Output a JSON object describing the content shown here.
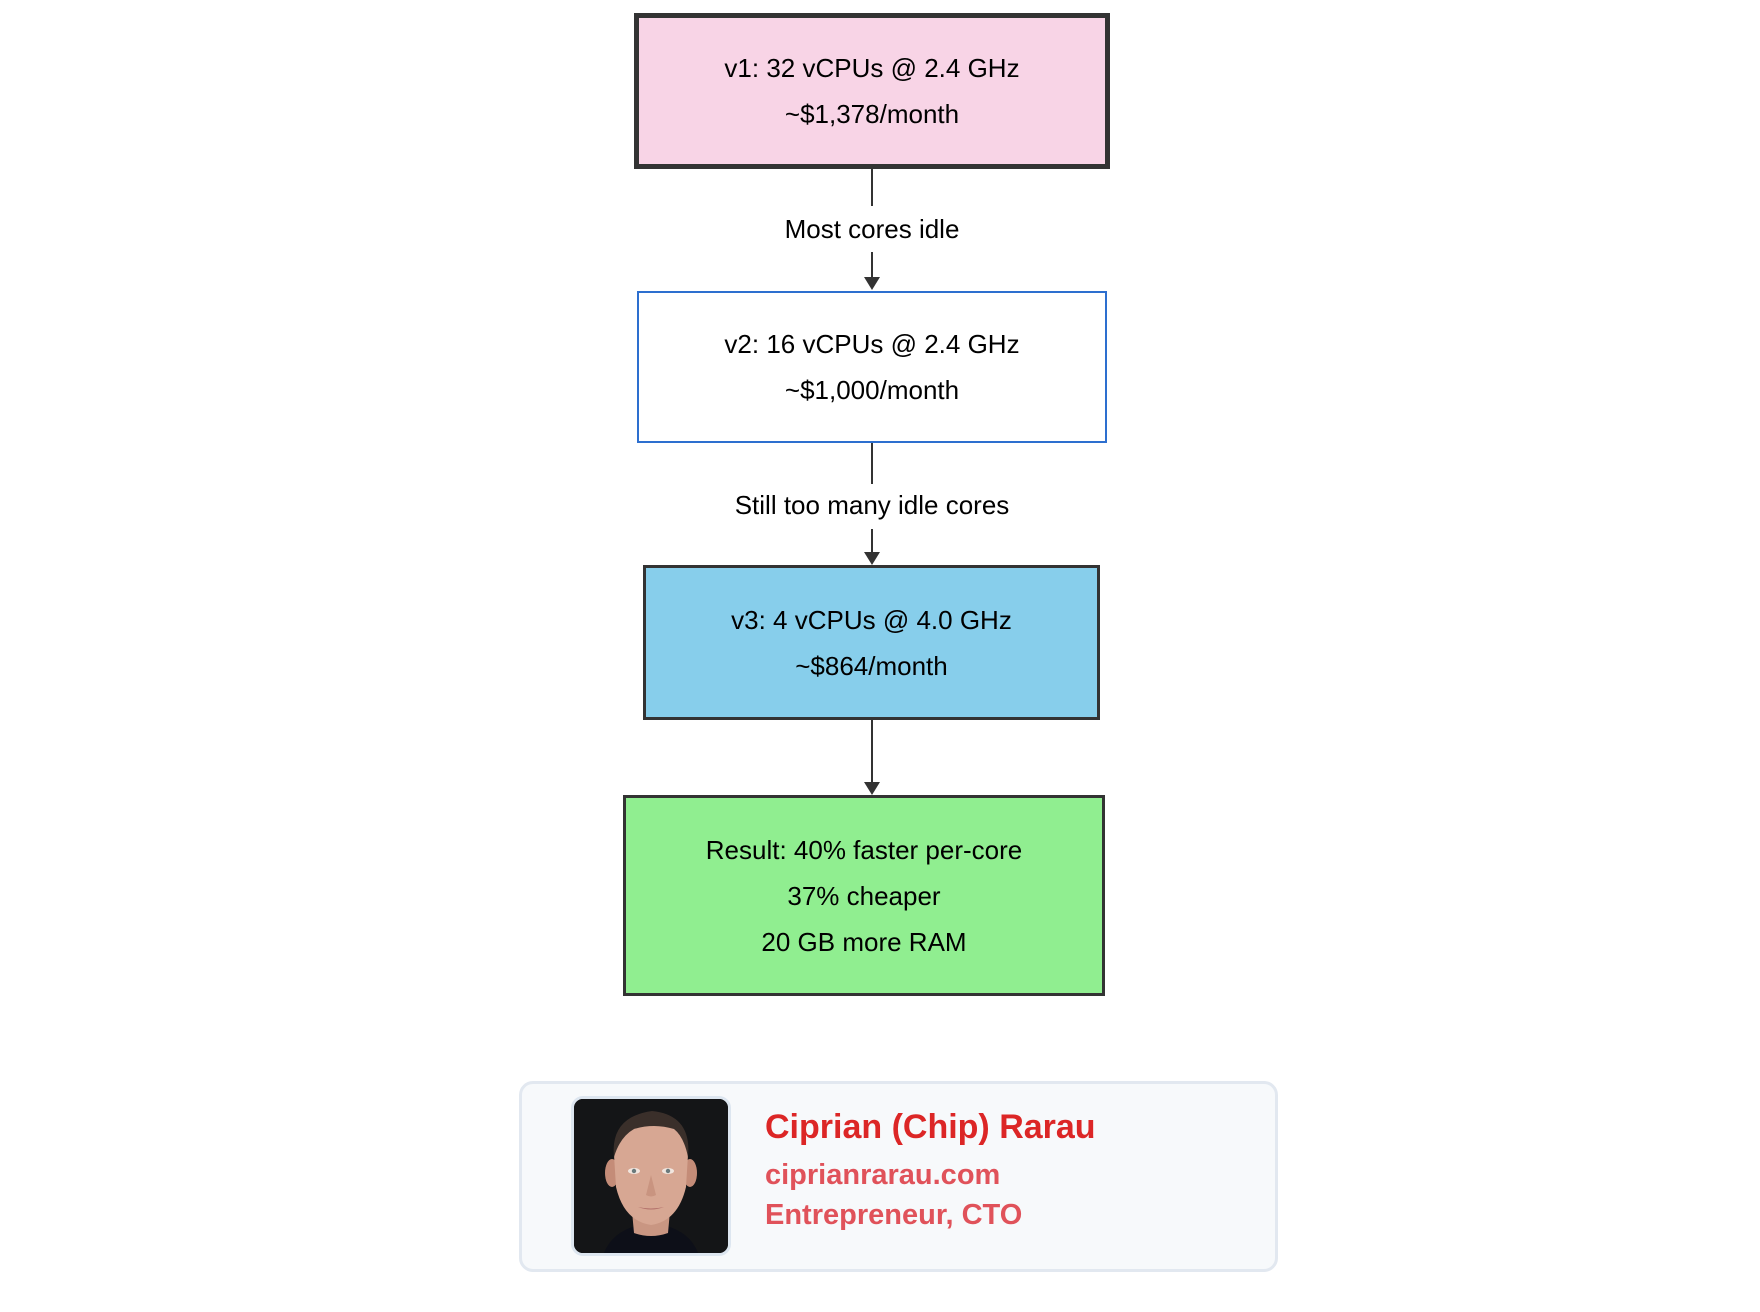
{
  "diagram": {
    "type": "flowchart",
    "direction": "top-to-bottom",
    "nodes": [
      {
        "id": "v1",
        "lines": [
          "v1: 32 vCPUs @ 2.4 GHz",
          "~$1,378/month"
        ],
        "fill": "#f8d4e6",
        "stroke": "#333333"
      },
      {
        "id": "v2",
        "lines": [
          "v2: 16 vCPUs @ 2.4 GHz",
          "~$1,000/month"
        ],
        "fill": "#ffffff",
        "stroke": "#2d6fcf"
      },
      {
        "id": "v3",
        "lines": [
          "v3: 4 vCPUs @ 4.0 GHz",
          "~$864/month"
        ],
        "fill": "#87ceeb",
        "stroke": "#333333"
      },
      {
        "id": "result",
        "lines": [
          "Result: 40% faster per-core",
          "37% cheaper",
          "20 GB more RAM"
        ],
        "fill": "#90ee90",
        "stroke": "#333333"
      }
    ],
    "edges": [
      {
        "from": "v1",
        "to": "v2",
        "label": "Most cores idle"
      },
      {
        "from": "v2",
        "to": "v3",
        "label": "Still too many idle cores"
      },
      {
        "from": "v3",
        "to": "result",
        "label": ""
      }
    ]
  },
  "author_card": {
    "name": "Ciprian (Chip) Rarau",
    "website": "ciprianrarau.com",
    "role": "Entrepreneur, CTO",
    "avatar": "portrait-photo",
    "accent_color": "#dc2626"
  }
}
